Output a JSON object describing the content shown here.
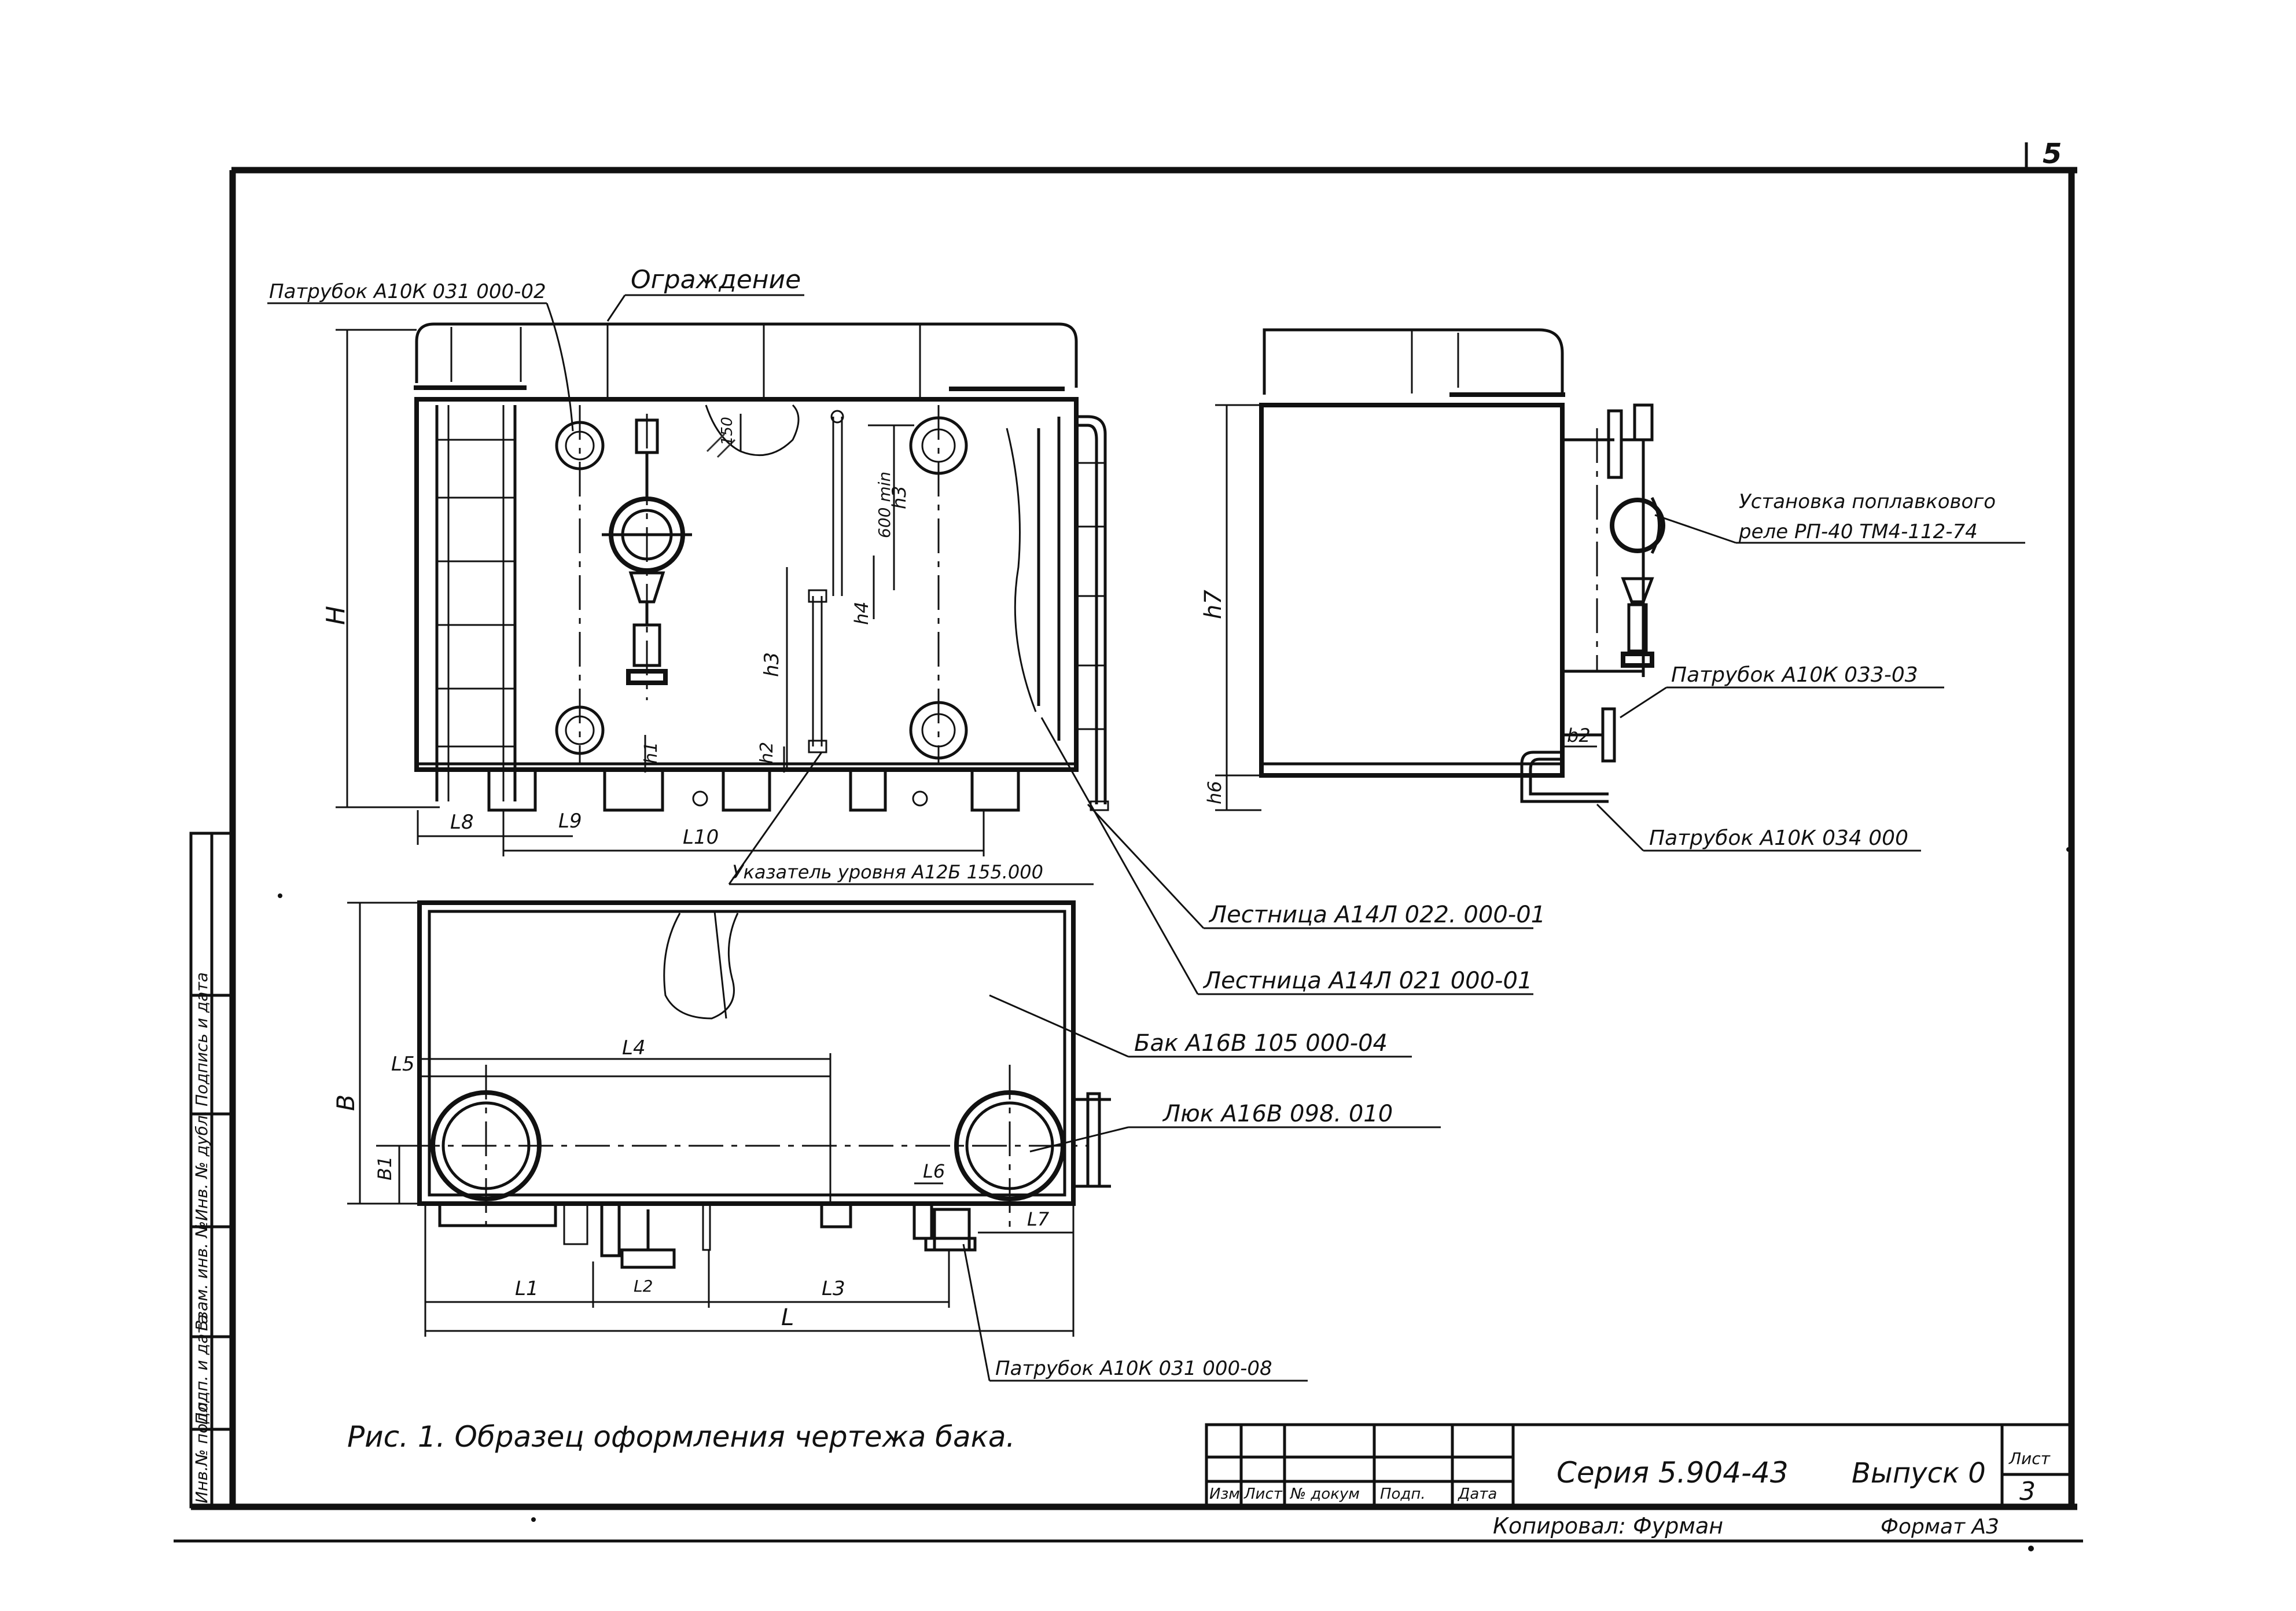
{
  "page_number": "5",
  "labels": {
    "patrubok_top": "Патрубок А10К 031 000-02",
    "ograzhdenie": "Ограждение",
    "ustanovka_line1": "Установка поплавкового",
    "ustanovka_line2": "реле РП-40 ТМ4-112-74",
    "patrubok_033": "Патрубок А10К 033-03",
    "patrubok_034": "Патрубок А10К 034 000",
    "ukazatel": "Указатель уровня А12Б 155.000",
    "lestnica_1": "Лестница А14Л 022. 000-01",
    "lestnica_2": "Лестница А14Л 021 000-01",
    "bak": "Бак А16В 105 000-04",
    "lyuk": "Люк А16В 098. 010",
    "patrubok_bottom": "Патрубок А10К 031 000-08"
  },
  "dimensions": {
    "H": "H",
    "h1": "h1",
    "h2": "h2",
    "h3a": "h3",
    "h3b": "h3",
    "h4": "h4",
    "h5": "150",
    "h6": "h6",
    "h7": "h7",
    "mm600": "600 min",
    "b2": "b2",
    "B": "B",
    "B1": "B1",
    "l1": "L1",
    "l2": "L2",
    "l3": "L3",
    "l4": "L4",
    "l5": "L5",
    "l6": "L6",
    "l7": "L7",
    "l8": "L8",
    "l9": "L9",
    "l10": "L10",
    "L": "L"
  },
  "caption": "Рис. 1. Образец оформления чертежа бака.",
  "side_stamp": [
    "Инв.№ подл.",
    "Подп. и дата",
    "Взам. инв. №",
    "Инв. № дубл.",
    "Подпись и дата"
  ],
  "title_block": {
    "headers": [
      "Изм",
      "Лист",
      "№ докум",
      "Подп.",
      "Дата"
    ],
    "series": "Серия 5.904-43",
    "vypusk": "Выпуск 0",
    "sheet_label": "Лист",
    "sheet_num": "3",
    "kopiroval": "Копировал: Фурман",
    "format": "Формат А3"
  }
}
